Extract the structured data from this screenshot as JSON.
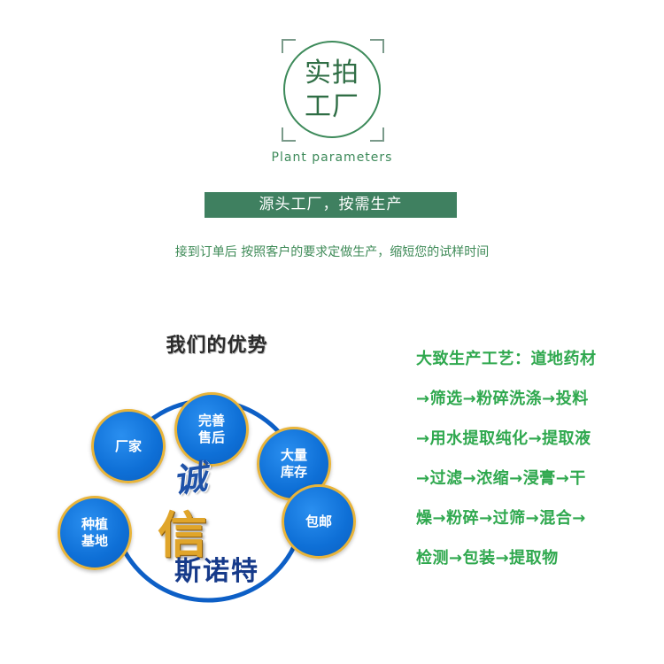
{
  "header": {
    "emblem_line1": "实拍",
    "emblem_line2": "工厂",
    "caption": "Plant parameters"
  },
  "banner": {
    "text": "源头工厂，按需生产",
    "subtitle": "接到订单后 按照客户的要求定做生产，缩短您的试样时间"
  },
  "advantages": {
    "title": "我们的优势",
    "bubbles": {
      "shouhou": "完善\n售后",
      "changjia": "厂家",
      "kucun": "大量\n库存",
      "zhongzhi": "种植\n基地",
      "baoyou": "包邮"
    },
    "center_char1": "诚",
    "center_char2": "信",
    "brand": "斯诺特"
  },
  "process": {
    "lines": [
      "大致生产工艺：道地药材",
      "→筛选→粉碎洗涤→投料",
      "→用水提取纯化→提取液",
      "→过滤→浓缩→浸膏→干",
      "燥→粉碎→过筛→混合→",
      "检测→包装→提取物"
    ]
  },
  "colors": {
    "green": "#3f8060",
    "text_green": "#2fa84e",
    "bubble_blue": "#0e6fd6",
    "bubble_border": "#e8b43a"
  }
}
